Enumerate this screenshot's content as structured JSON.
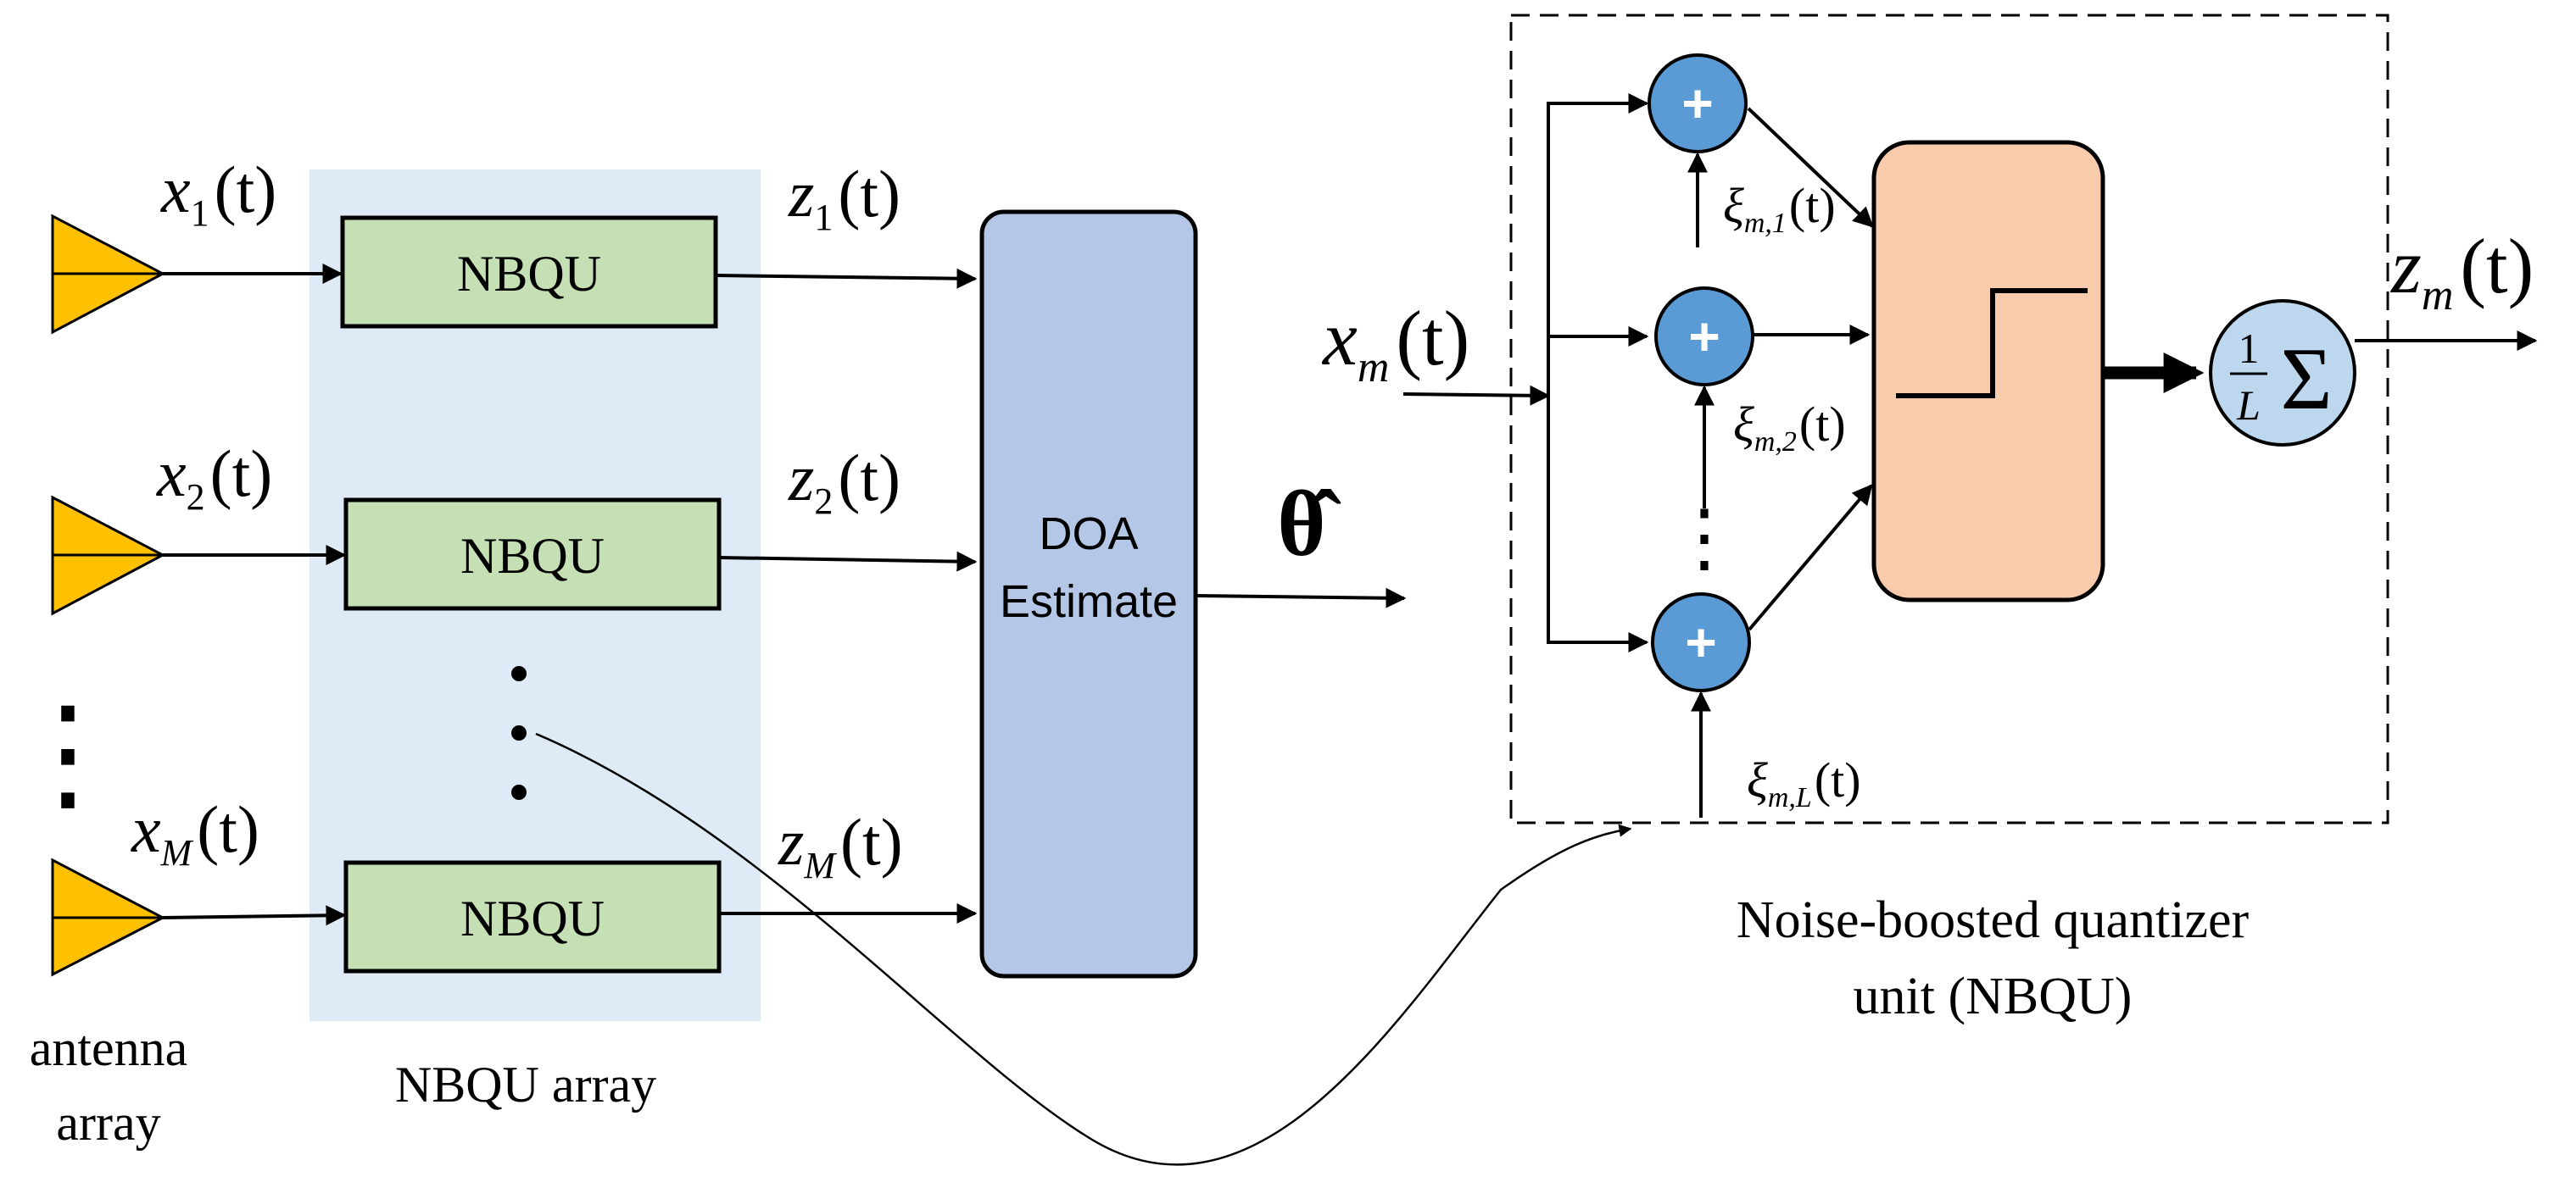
{
  "colors": {
    "antenna": "#FFC000",
    "nbqu_block": "#C5E0B4",
    "array_bg": "#DEEBF7",
    "doa_block": "#B4C7E7",
    "quantizer": "#F8CBAD",
    "adder": "#5B9BD5",
    "averager": "#BDD7EE"
  },
  "antenna_array": {
    "label_line1": "antenna",
    "label_line2": "array",
    "dots": "⋮"
  },
  "inputs": {
    "x1": {
      "var": "x",
      "sub": "1",
      "arg": "(t)"
    },
    "x2": {
      "var": "x",
      "sub": "2",
      "arg": "(t)"
    },
    "xM": {
      "var": "x",
      "sub": "M",
      "arg": "(t)"
    }
  },
  "nbqu_array": {
    "block_label": "NBQU",
    "array_label": "NBQU array"
  },
  "outputs": {
    "z1": {
      "var": "z",
      "sub": "1",
      "arg": "(t)"
    },
    "z2": {
      "var": "z",
      "sub": "2",
      "arg": "(t)"
    },
    "zM": {
      "var": "z",
      "sub": "M",
      "arg": "(t)"
    }
  },
  "doa": {
    "line1": "DOA",
    "line2": "Estimate",
    "output_symbol": "θ̂"
  },
  "nbqu_detail": {
    "input": {
      "var": "x",
      "sub": "m",
      "arg": "(t)"
    },
    "adder_symbol": "+",
    "noise1": {
      "var": "ξ",
      "sub": "m,1",
      "arg": "(t)"
    },
    "noise2": {
      "var": "ξ",
      "sub": "m,2",
      "arg": "(t)"
    },
    "noiseL": {
      "var": "ξ",
      "sub": "m,L",
      "arg": "(t)"
    },
    "vdots": "⋮",
    "avg_num": "1",
    "avg_den": "L",
    "avg_sigma": "Σ",
    "output": {
      "var": "z",
      "sub": "m",
      "arg": "(t)"
    },
    "caption_line1": "Noise-boosted quantizer",
    "caption_line2": "unit (NBQU)"
  }
}
